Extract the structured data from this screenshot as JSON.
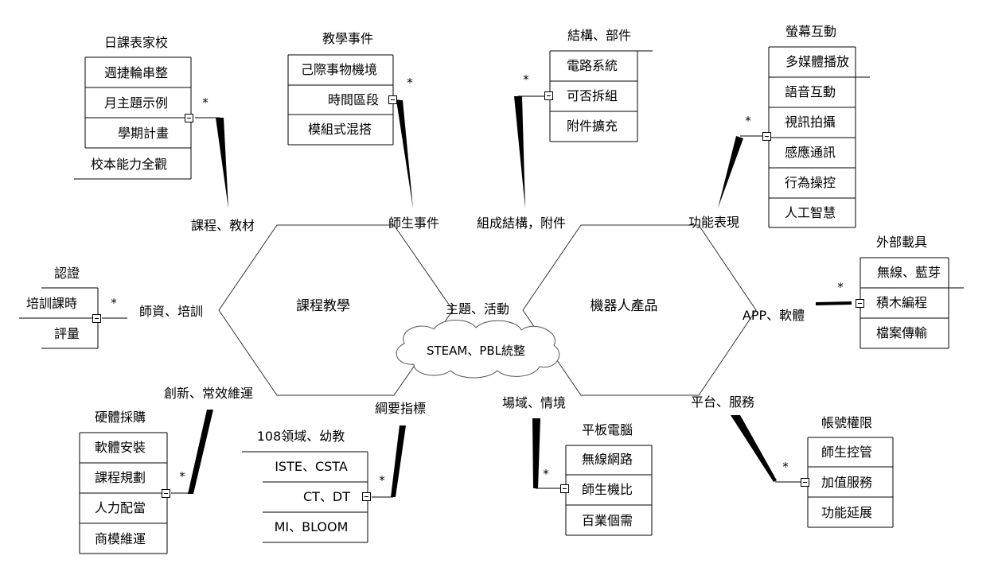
{
  "hexagons": {
    "left": "課程教學",
    "right": "機器人產品"
  },
  "center_topic": "主題、活動",
  "cloud": "STEAM、PBL統整",
  "multiplicity_mark": "*",
  "branches": {
    "course_material": {
      "label": "課程、教材",
      "items": [
        "日課表家校",
        "週捷輪串整",
        "月主題示例",
        "學期計畫",
        "校本能力全觀"
      ]
    },
    "teacher_student_events": {
      "label": "師生事件",
      "items": [
        "教學事件",
        "己際事物機境",
        "時間區段",
        "模組式混搭"
      ]
    },
    "structure_parts": {
      "label": "組成結構，附件",
      "items": [
        "結構、部件",
        "電路系統",
        "可否拆組",
        "附件擴充"
      ]
    },
    "function_performance": {
      "label": "功能表現",
      "items": [
        "螢幕互動",
        "多媒體播放",
        "語音互動",
        "視訊拍攝",
        "感應通訊",
        "行為操控",
        "人工智慧"
      ]
    },
    "teacher_training": {
      "label": "師資、培訓",
      "items": [
        "認證",
        "培訓課時",
        "評量"
      ]
    },
    "app_software": {
      "label": "APP、軟體",
      "items": [
        "外部載具",
        "無線、藍芽",
        "積木編程",
        "檔案傳輸"
      ]
    },
    "innovation_operation": {
      "label": "創新、常效維運",
      "items": [
        "硬體採購",
        "軟體安裝",
        "課程規劃",
        "人力配當",
        "商模維運"
      ]
    },
    "outline_indicators": {
      "label": "綱要指標",
      "items": [
        "108領域、幼教",
        "ISTE、CSTA",
        "CT、DT",
        "MI、BLOOM"
      ]
    },
    "venue_context": {
      "label": "場域、情境",
      "items": [
        "平板電腦",
        "無線網路",
        "師生機比",
        "百業個需"
      ]
    },
    "platform_service": {
      "label": "平台、服務",
      "items": [
        "帳號權限",
        "師生控管",
        "加值服務",
        "功能延展"
      ]
    }
  }
}
